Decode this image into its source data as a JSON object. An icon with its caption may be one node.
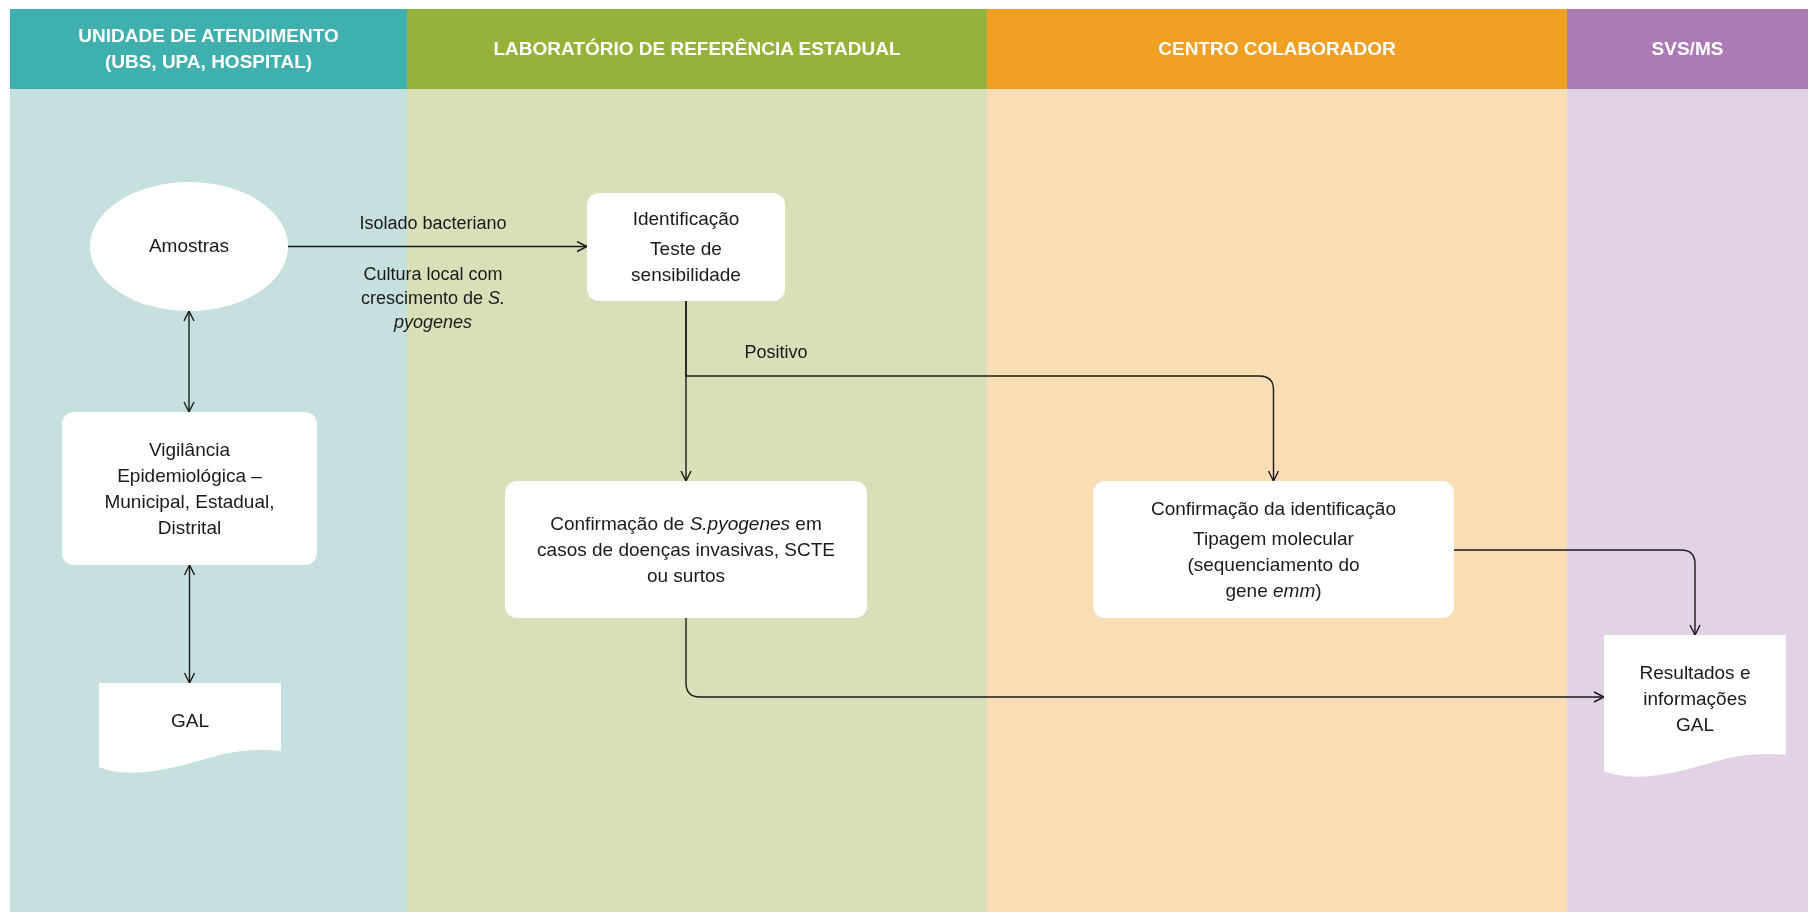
{
  "diagram": {
    "nodes": [
      {
        "text": [
          "UNIDADE DE ATENDIMENTO (UBS, UPA, HOSPITAL)"
        ]
      },
      {
        "text": [
          "LABORATÓRIO DE REFERÊNCIA ESTADUAL"
        ]
      },
      {
        "text": [
          "CENTRO COLABORADOR"
        ]
      },
      {
        "text": [
          "SVS/MS"
        ]
      },
      {
        "text": [
          "Amostras"
        ],
        "in": 0
      },
      {
        "text": [
          "Identificação",
          "Teste de sensibilidade"
        ],
        "in": 1
      },
      {
        "text": [
          "Vigilância Epidemiológica – Municipal, Estadual, Distrital"
        ],
        "in": 0
      },
      {
        "text": [
          "GAL"
        ],
        "in": 0
      },
      {
        "text": [
          "Confirmação de *S.pyogenes* em casos de doenças invasivas, SCTE ou surtos"
        ],
        "in": 1
      },
      {
        "text": [
          "Confirmação da identificação",
          "Tipagem molecular (sequenciamento do gene *emm*)"
        ],
        "in": 2
      },
      {
        "text": [
          "Resultados e informações GAL"
        ],
        "in": 3
      }
    ],
    "edges": [
      {
        "from": 4,
        "to": 5,
        "arrow": "to",
        "label": "Isolado bacteriano"
      },
      {
        "from": 4,
        "to": 6,
        "arrow": "both"
      },
      {
        "from": 6,
        "to": 7,
        "arrow": "both"
      },
      {
        "from": 5,
        "to": 8,
        "arrow": "to"
      },
      {
        "from": 5,
        "to": 9,
        "arrow": "to",
        "label": "Positivo"
      },
      {
        "from": 8,
        "to": 10,
        "arrow": "to"
      },
      {
        "from": 9,
        "to": 10,
        "arrow": "to"
      }
    ],
    "labels": [
      "Cultura local com crescimento de *S. pyogenes*"
    ]
  }
}
